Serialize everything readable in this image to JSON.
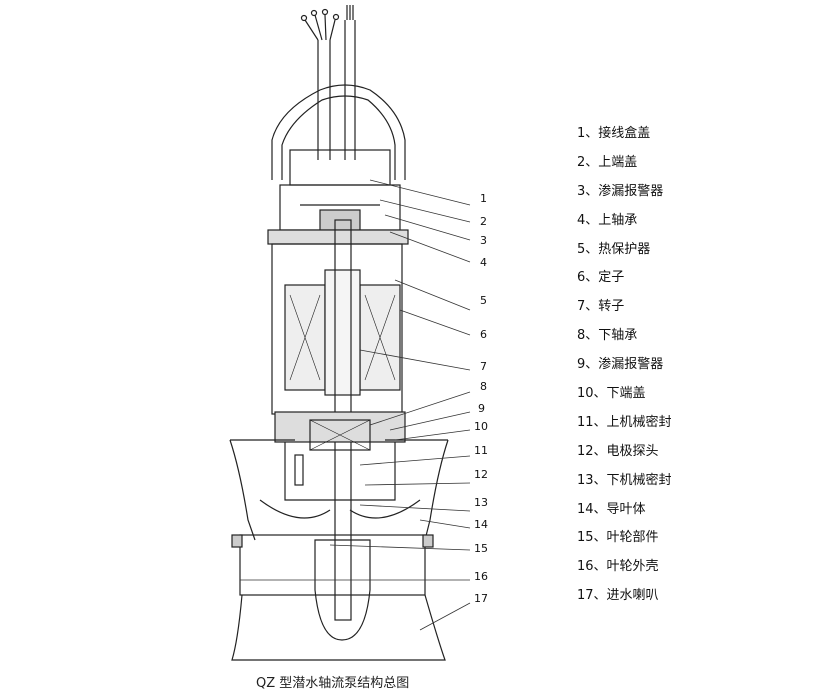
{
  "callout_numbers": [
    "1",
    "2",
    "3",
    "4",
    "5",
    "6",
    "7",
    "8",
    "9",
    "10",
    "11",
    "12",
    "13",
    "14",
    "15",
    "16",
    "17"
  ],
  "legend": [
    "1、接线盒盖",
    "2、上端盖",
    "3、渗漏报警器",
    "4、上轴承",
    "5、热保护器",
    "6、定子",
    "7、转子",
    "8、下轴承",
    "9、渗漏报警器",
    "10、下端盖",
    "11、上机械密封",
    "12、电极探头",
    "13、下机械密封",
    "14、导叶体",
    "15、叶轮部件",
    "16、叶轮外壳",
    "17、进水喇叭"
  ],
  "caption": "QZ 型潜水轴流泵结构总图"
}
